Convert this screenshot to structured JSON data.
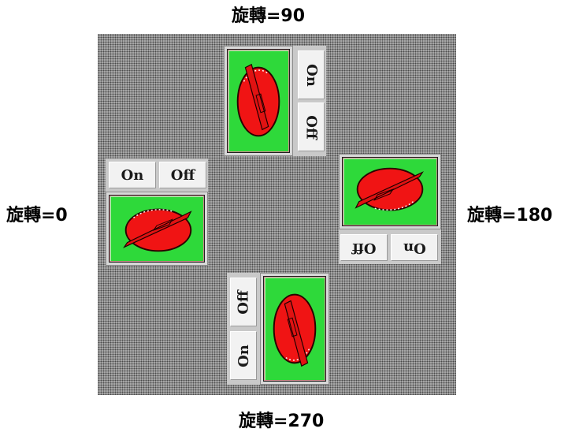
{
  "captions": {
    "top": "旋轉=90",
    "left": "旋轉=0",
    "right": "旋轉=180",
    "bottom": "旋轉=270"
  },
  "switches": {
    "rot0": {
      "on_label": "On",
      "off_label": "Off",
      "rotation_deg": 0
    },
    "rot90": {
      "on_label": "On",
      "off_label": "Off",
      "rotation_deg": 90
    },
    "rot180": {
      "on_label": "On",
      "off_label": "Off",
      "rotation_deg": 180
    },
    "rot270": {
      "on_label": "On",
      "off_label": "Off",
      "rotation_deg": 270
    }
  },
  "colors": {
    "switch_plate": "#2ed93a",
    "knob": "#f01414",
    "panel_pattern": "#a9a9a9"
  },
  "icons": {
    "selector": "rotary-selector-switch-icon"
  }
}
